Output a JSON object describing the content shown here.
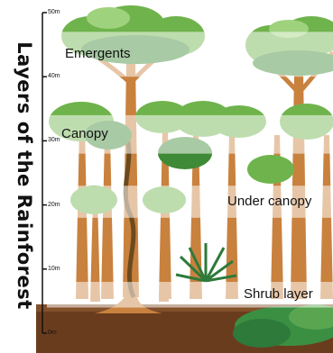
{
  "title": "Layers of the Rainforest",
  "scale": {
    "unit": "m",
    "ticks": [
      {
        "label": "50m",
        "value": 50
      },
      {
        "label": "40m",
        "value": 40
      },
      {
        "label": "30m",
        "value": 30
      },
      {
        "label": "20m",
        "value": 20
      },
      {
        "label": "10m",
        "value": 10
      },
      {
        "label": "0m",
        "value": 0
      }
    ]
  },
  "layers": [
    {
      "label": "Emergents",
      "from_m": 40,
      "to_m": 47
    },
    {
      "label": "Canopy",
      "from_m": 28,
      "to_m": 34
    },
    {
      "label": "Under canopy",
      "from_m": 18,
      "to_m": 23
    },
    {
      "label": "Shrub layer",
      "from_m": 4,
      "to_m": 8
    }
  ],
  "colors": {
    "trunk": "#c9813e",
    "trunk_dark": "#a4612a",
    "foliage": "#6fb34c",
    "foliage_dark": "#3f8a36",
    "foliage_light": "#9fd27c",
    "band": "#ffffff",
    "ground": "#6a3c1e",
    "shrub": "#3b8f43"
  }
}
